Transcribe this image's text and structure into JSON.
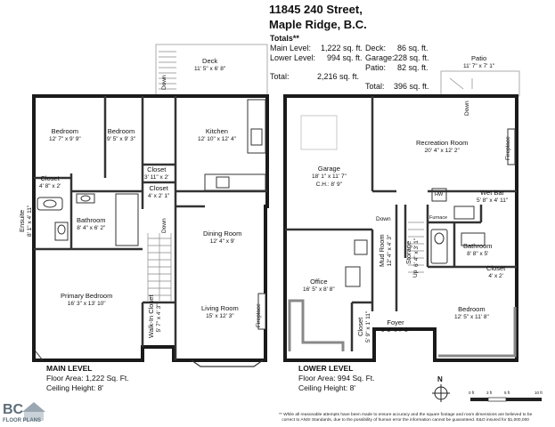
{
  "header": {
    "address_line1": "11845 240 Street,",
    "address_line2": "Maple Ridge, B.C.",
    "totals_heading": "Totals**",
    "main_level_label": "Main Level:",
    "main_level_value": "1,222 sq. ft.",
    "lower_level_label": "Lower Level:",
    "lower_level_value": "994 sq. ft.",
    "total_label": "Total:",
    "total_value": "2,216 sq. ft.",
    "deck_label": "Deck:",
    "deck_value": "86 sq. ft.",
    "garage_label": "Garage:",
    "garage_value": "228 sq. ft.",
    "patio_label": "Patio:",
    "patio_value": "82 sq. ft.",
    "total2_label": "Total:",
    "total2_value": "396 sq. ft."
  },
  "main_level": {
    "rooms": {
      "deck": {
        "name": "Deck",
        "dim": "11' 5\" x 6' 8\""
      },
      "bedroom_left": {
        "name": "Bedroom",
        "dim": "12' 7\" x 9' 9\""
      },
      "bedroom_mid": {
        "name": "Bedroom",
        "dim": "9' 5\" x 9' 3\""
      },
      "kitchen": {
        "name": "Kitchen",
        "dim": "12' 10\" x 12' 4\""
      },
      "closet_a": {
        "name": "Closet",
        "dim": "4' 8\" x 2'"
      },
      "closet_b": {
        "name": "Closet",
        "dim": "3' 11\" x 2'"
      },
      "closet_c": {
        "name": "Closet",
        "dim": "4' x 2' 1\""
      },
      "bathroom": {
        "name": "Bathroom",
        "dim": "8' 4\" x 6' 2\""
      },
      "ensuite": {
        "name": "Ensuite",
        "dim": "8' 1\" x 4' 11\""
      },
      "dining": {
        "name": "Dining Room",
        "dim": "12' 4\" x 9'"
      },
      "primary": {
        "name": "Primary Bedroom",
        "dim": "16' 3\" x 13' 10\""
      },
      "walkin": {
        "name": "Walk-In Closet",
        "dim": "5' 7\" x 4' 3\""
      },
      "living": {
        "name": "Living Room",
        "dim": "15' x 12' 3\""
      }
    },
    "labels": {
      "down1": "Down",
      "down2": "Down",
      "fireplace": "Fireplace"
    },
    "caption": {
      "title": "MAIN LEVEL",
      "area": "Floor Area: 1,222 Sq. Ft.",
      "ceiling": "Ceiling Height: 8'"
    }
  },
  "lower_level": {
    "rooms": {
      "patio": {
        "name": "Patio",
        "dim": "11' 7\" x 7' 1\""
      },
      "garage": {
        "name": "Garage",
        "dim": "18' 1\" x 11' 7\"",
        "ch": "C.H.: 8' 9\""
      },
      "recreation": {
        "name": "Recreation Room",
        "dim": "20' 4\" x 12' 2\""
      },
      "wetbar": {
        "name": "Wet Bar",
        "dim": "5' 8\" x 4' 11\""
      },
      "mudroom": {
        "name": "Mud Room",
        "dim": "12' 4\" x 4' 3\""
      },
      "storage": {
        "name": "Storage",
        "dim": "6' 4\" x 3' 1\""
      },
      "bathroom": {
        "name": "Bathroom",
        "dim": "8' 8\" x 5'"
      },
      "closet_a": {
        "name": "Closet",
        "dim": "4' x 2'"
      },
      "office": {
        "name": "Office",
        "dim": "16' 5\" x 8' 8\""
      },
      "closet_b": {
        "name": "Closet",
        "dim": "5' 9\" x 1' 11\""
      },
      "bedroom": {
        "name": "Bedroom",
        "dim": "12' 5\" x 11' 8\""
      },
      "foyer": {
        "name": "Foyer",
        "dim": "9' 3\" x 7' 8\""
      }
    },
    "labels": {
      "down_patio": "Down",
      "down_mud": "Down",
      "up": "Up",
      "hw": "HW",
      "furnace": "Furnace",
      "fireplace": "Fireplace"
    },
    "caption": {
      "title": "LOWER LEVEL",
      "area": "Floor Area: 994 Sq. Ft.",
      "ceiling": "Ceiling Height: 8'"
    }
  },
  "legend": {
    "compass": "N",
    "scale_ticks": [
      "0 ft",
      "3 ft",
      "5 ft",
      "10 ft"
    ]
  },
  "branding": {
    "line1": "BC",
    "line2": "FLOOR PLANS"
  },
  "footnote": {
    "line1": "** While all reasonable attempts have been made to ensure accuracy and the square footage and room dimensions are believed to be",
    "line2": "correct to ANSI Standards, due to the possibility of human error the information cannot be guaranteed. E&O insured for $1,000,000"
  }
}
